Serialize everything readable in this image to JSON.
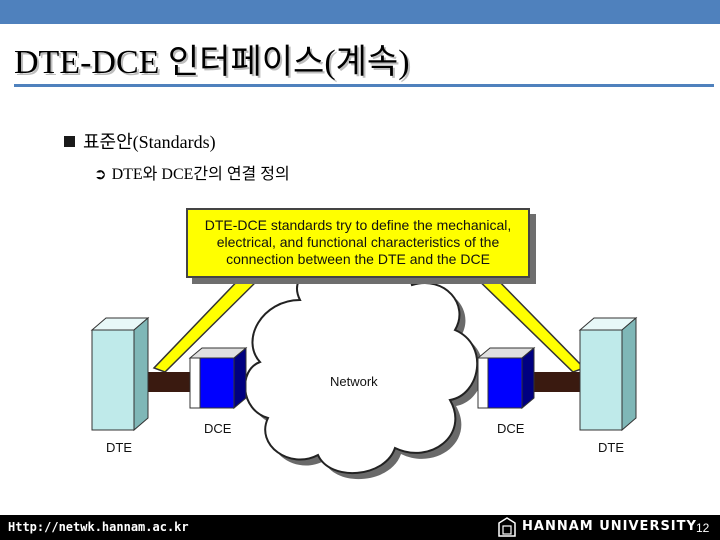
{
  "slide": {
    "title": "DTE-DCE 인터페이스(계속)",
    "bullet": "표준안(Standards)",
    "subbullet": "DTE와 DCE간의 연결 정의",
    "arrow_glyph": "⮊"
  },
  "callout": {
    "lines": [
      "DTE-DCE standards try to define the mechanical,",
      "electrical, and functional characteristics of the",
      "connection between the DTE and the DCE"
    ]
  },
  "diagram": {
    "network_label": "Network",
    "left_dte_label": "DTE",
    "left_dce_label": "DCE",
    "right_dce_label": "DCE",
    "right_dte_label": "DTE"
  },
  "footer": {
    "url": "Http://netwk.hannam.ac.kr",
    "university": "HANNAM UNIVERSITY",
    "page_number": "12"
  },
  "colors": {
    "accent": "#4f81bd",
    "callout": "#ffff00",
    "dte_face": "#bfeaea",
    "dce_face": "#0000ff",
    "cable": "#3a1a10"
  }
}
